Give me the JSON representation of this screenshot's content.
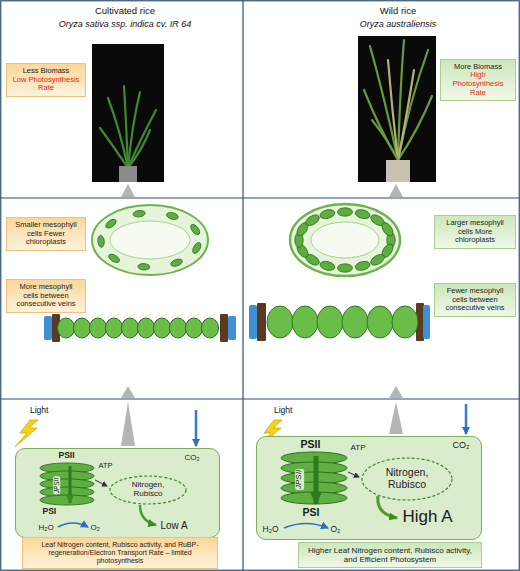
{
  "diagram": {
    "nodes": [
      {
        "text": [
          "Less Biomass",
          "Low Photosynthesis Rate"
        ]
      },
      {
        "text": [
          "More Biomass",
          "High Photosynthesis Rate"
        ]
      },
      {
        "text": [
          "Smaller mesophyll cells Fewer chloroplasts"
        ]
      },
      {
        "text": [
          "Larger mesophyll cells More chloroplasts"
        ]
      },
      {
        "text": [
          "More mesophyll cells between consecutive veins"
        ]
      },
      {
        "text": [
          "Fewer mesophyll cells between consecutive veins"
        ]
      },
      {
        "text": [
          "PSII",
          "ATP",
          "CO₂",
          "JPSII",
          "PSI",
          "H₂O",
          "O₂",
          "Low A"
        ]
      },
      {
        "text": [
          "Nitrogen, Rubisco"
        ],
        "in": 6
      },
      {
        "text": [
          "Leaf Nitrogen content, Rubisco activity, and RuBP-regeneration/Electron Transport Rate – limited photosynthesis"
        ]
      },
      {
        "text": [
          "PSII",
          "ATP",
          "CO₂",
          "JPSII",
          "PSI",
          "H₂O",
          "O₂",
          "High A"
        ]
      },
      {
        "text": [
          "Nitrogen, Rubisco"
        ],
        "in": 9
      },
      {
        "text": [
          "Higher Leaf Nitrogen content, Rubisco activity, and Efficient Photosystem"
        ]
      }
    ],
    "labels": [
      "Cultivated rice",
      "Oryza sativa ssp. indica cv. IR 64",
      "Wild rice",
      "Oryza australiensis",
      "Light",
      "Light"
    ]
  }
}
